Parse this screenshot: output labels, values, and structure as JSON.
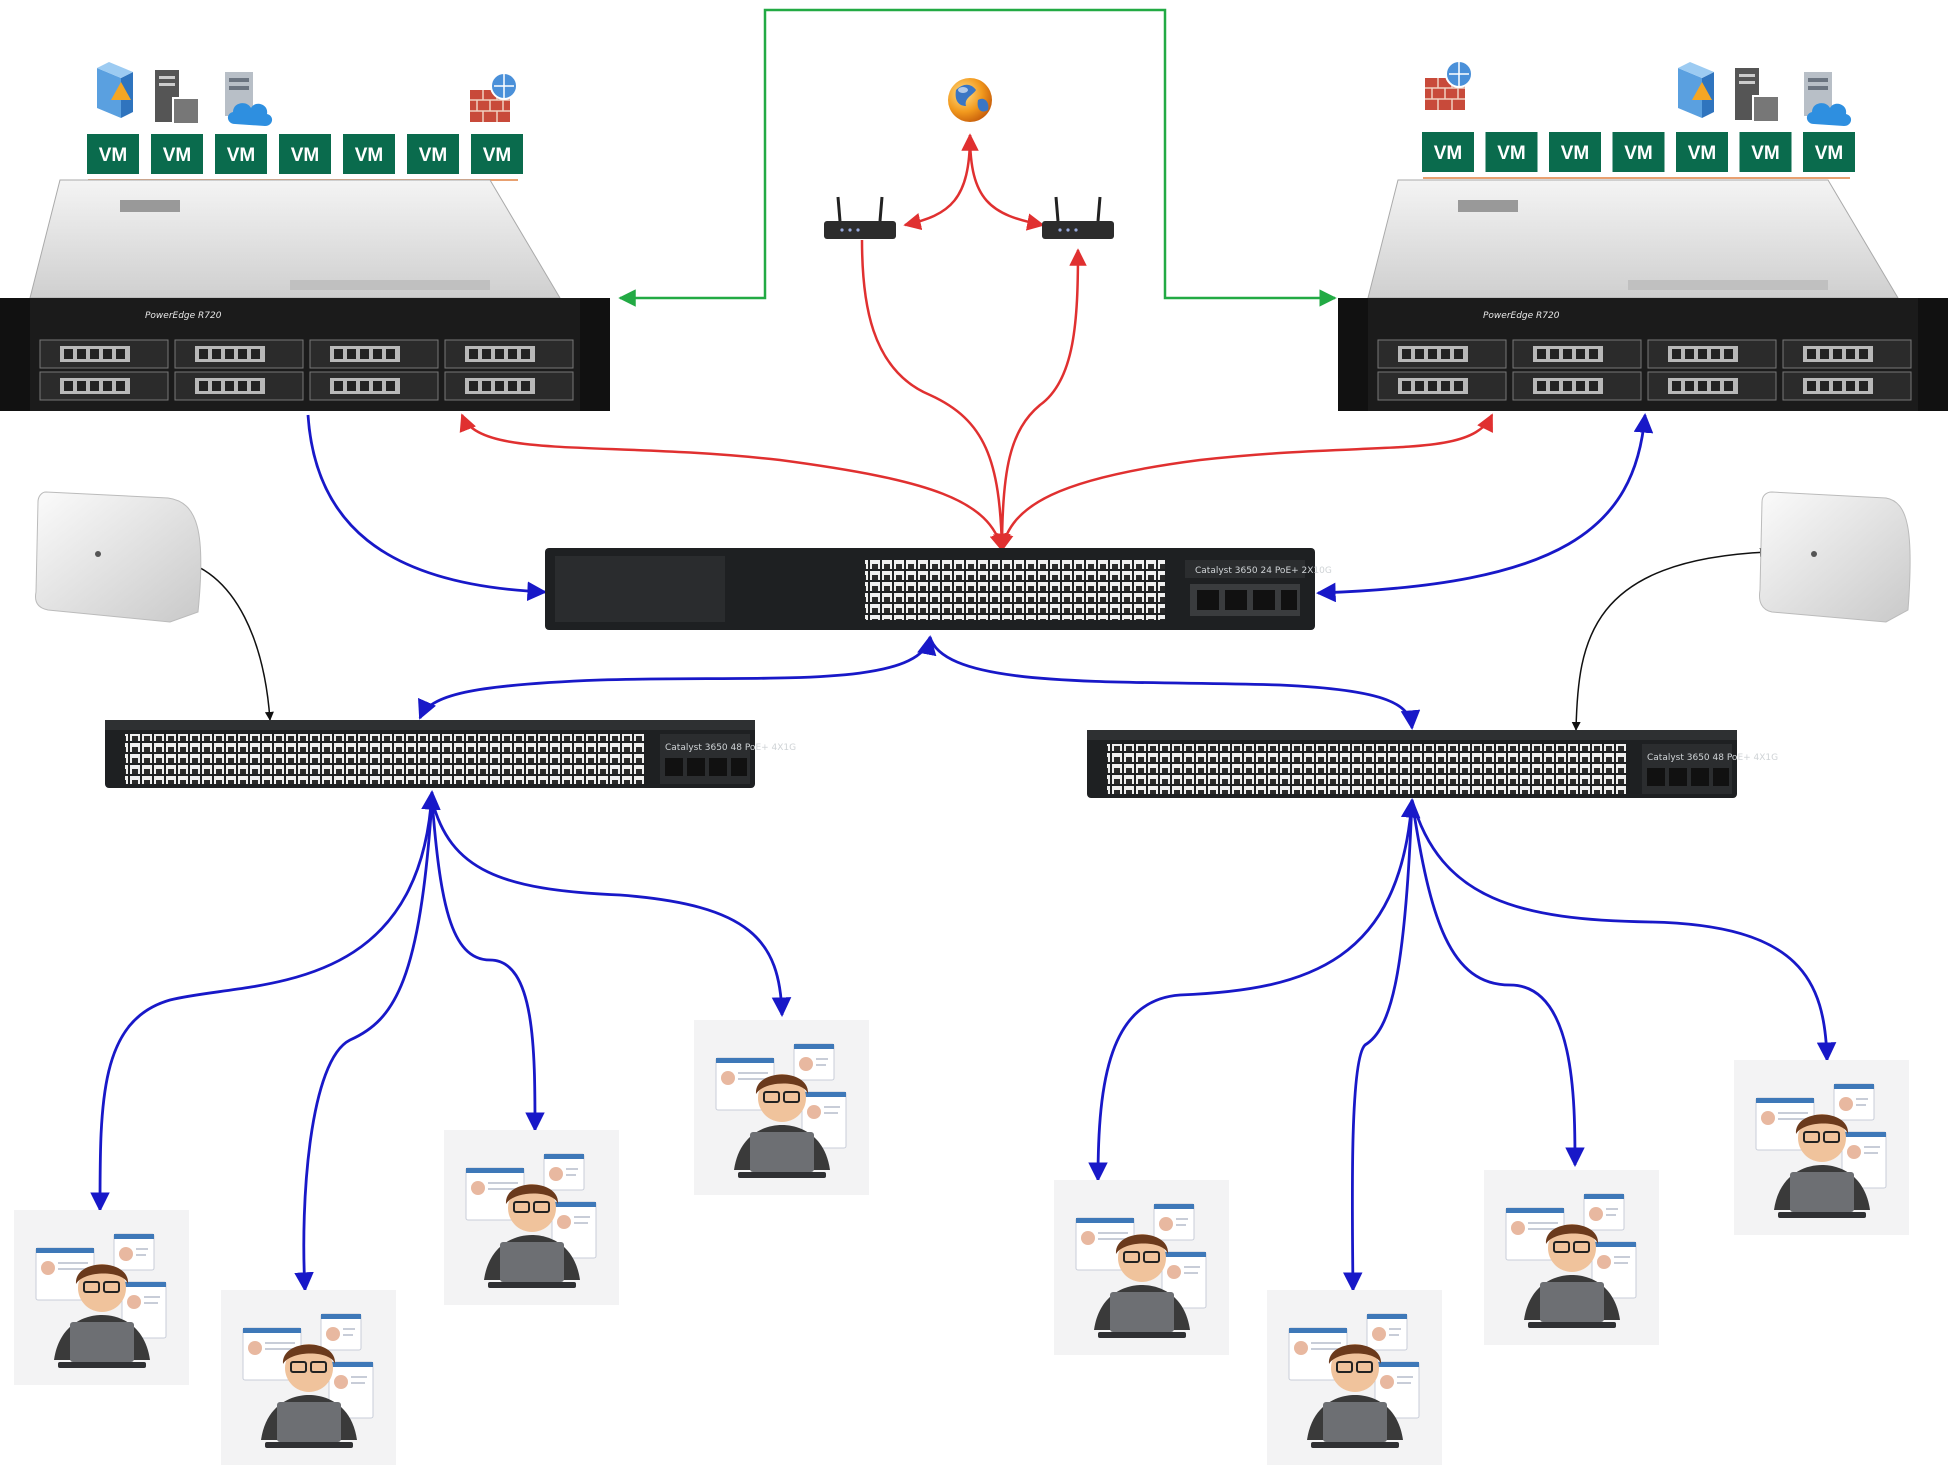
{
  "vm_label": "VM",
  "left_server": {
    "model_label": "PowerEdge R720",
    "vm_count": 7
  },
  "right_server": {
    "model_label": "PowerEdge R720",
    "vm_count": 7
  },
  "core_switch": {
    "model_label": "Catalyst 3650 24 PoE+ 2X10G"
  },
  "left_access_switch": {
    "model_label": "Catalyst 3650 48 PoE+ 4X1G"
  },
  "right_access_switch": {
    "model_label": "Catalyst 3650 48 PoE+ 4X1G"
  },
  "colors": {
    "vm_box": "#0a6b4d",
    "green_link": "#22aa44",
    "red_link": "#e03030",
    "blue_link": "#1818c8",
    "black_link": "#111111",
    "server_front": "#1b1b1b",
    "switch_body": "#1e2022"
  },
  "icons": [
    "vsphere-icon",
    "server-tower-icon",
    "cloud-server-icon",
    "firewall-globe-icon",
    "internet-globe-icon",
    "router-icon",
    "access-point-icon",
    "user-laptop-icon"
  ]
}
